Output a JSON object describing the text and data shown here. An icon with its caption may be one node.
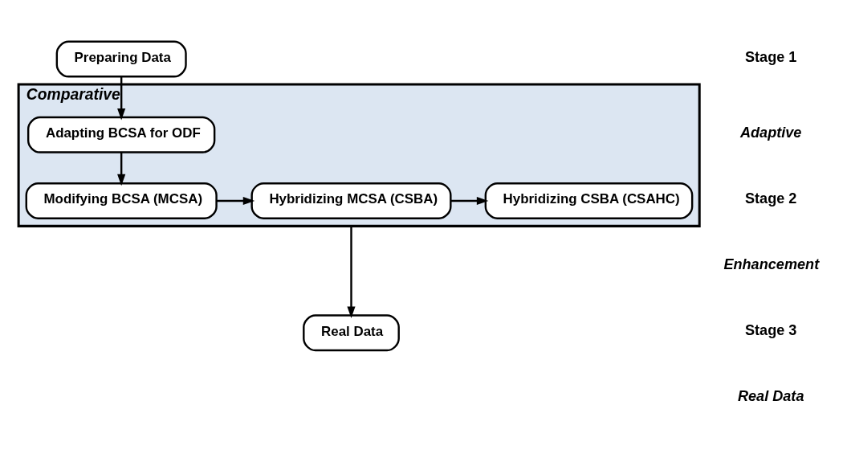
{
  "diagram": {
    "nodes": [
      {
        "text": [
          "Preparing Data"
        ]
      },
      {
        "text": [
          "Comparative"
        ]
      },
      {
        "text": [
          "Adapting BCSA for ODF"
        ],
        "in": 1
      },
      {
        "text": [
          "Modifying BCSA (MCSA)"
        ],
        "in": 1
      },
      {
        "text": [
          "Hybridizing MCSA (CSBA)"
        ],
        "in": 1
      },
      {
        "text": [
          "Hybridizing CSBA (CSAHC)"
        ],
        "in": 1
      },
      {
        "text": [
          "Real Data"
        ]
      }
    ],
    "edges": [
      {
        "from": 0,
        "to": 2,
        "arrow": "to"
      },
      {
        "from": 2,
        "to": 3,
        "arrow": "to"
      },
      {
        "from": 3,
        "to": 4,
        "arrow": "to"
      },
      {
        "from": 4,
        "to": 5,
        "arrow": "to"
      },
      {
        "from": 1,
        "to": 6,
        "arrow": "to"
      }
    ],
    "labels": [
      "Stage 1",
      "Adaptive",
      "Stage 2",
      "Enhancement",
      "Stage 3",
      "Real Data"
    ]
  }
}
